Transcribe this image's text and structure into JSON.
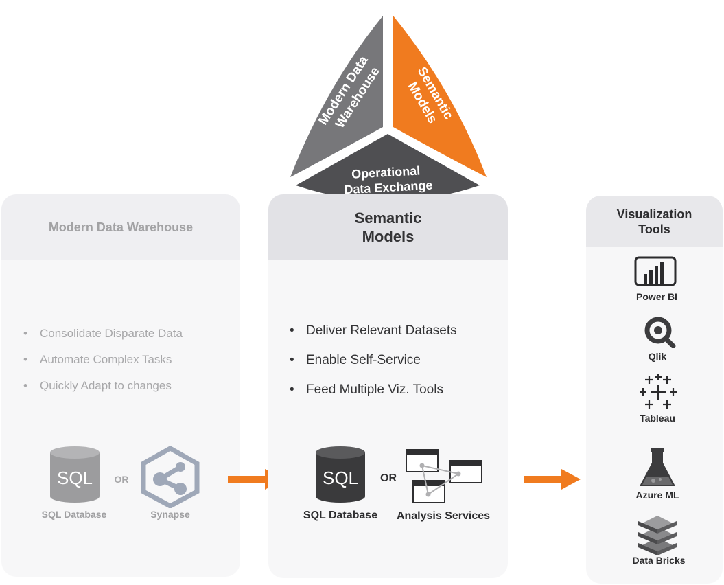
{
  "triangle": {
    "left_label_line1": "Modern Data",
    "left_label_line2": "Warehouse",
    "right_label_line1": "Semantic",
    "right_label_line2": "Models",
    "bottom_label_line1": "Operational",
    "bottom_label_line2": "Data Exchange",
    "colors": {
      "left": "#77777a",
      "right": "#f07b1f",
      "bottom": "#4f4f52"
    }
  },
  "left_panel": {
    "title": "Modern Data Warehouse",
    "bullets": [
      "Consolidate Disparate Data",
      "Automate Complex Tasks",
      "Quickly Adapt to changes"
    ],
    "db_label": "SQL Database",
    "db_icon_text": "SQL",
    "or_text": "OR",
    "alt_label": "Synapse"
  },
  "middle_panel": {
    "title_line1": "Semantic",
    "title_line2": "Models",
    "bullets": [
      "Deliver Relevant Datasets",
      "Enable Self-Service",
      "Feed Multiple Viz. Tools"
    ],
    "db_label": "SQL Database",
    "db_icon_text": "SQL",
    "or_text": "OR",
    "alt_label": "Analysis Services"
  },
  "right_panel": {
    "title_line1": "Visualization",
    "title_line2": "Tools",
    "tools": [
      "Power BI",
      "Qlik",
      "Tableau",
      "Azure ML",
      "Data Bricks"
    ]
  },
  "colors": {
    "accent": "#f07b1f",
    "dark": "#3c3c3e",
    "muted": "#9a9a9c",
    "panel_bg": "#f7f7f8",
    "head_bg": "#e2e2e6"
  }
}
